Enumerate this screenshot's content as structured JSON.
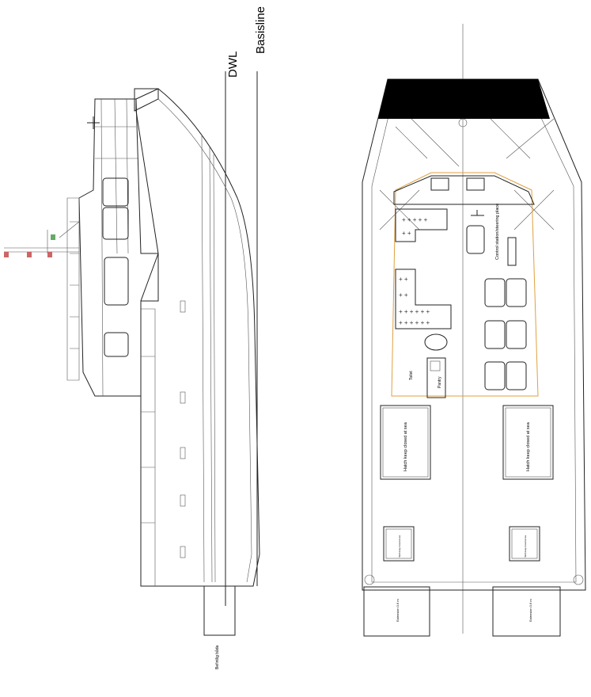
{
  "side_view": {
    "dwl_label": "DWL",
    "baseline_label": "Basisline",
    "existing_label": "Befintlig båda"
  },
  "plan_view": {
    "control_station_label": "Control station/steering place",
    "toilet_label": "Toilet",
    "pantry_label": "Pantry",
    "hatch_large_left": "Hatch keep closed at sea",
    "hatch_large_right": "Hatch keep closed at sea",
    "hatch_small_left": "Hatch keep closed at sea",
    "hatch_small_right": "Hatch keep closed at sea",
    "extension_left": "Extension 0.6 m",
    "extension_right": "Extension 0.6 m"
  },
  "colors": {
    "line": "#222222",
    "accent": "#e0a040",
    "fill": "#000000"
  }
}
